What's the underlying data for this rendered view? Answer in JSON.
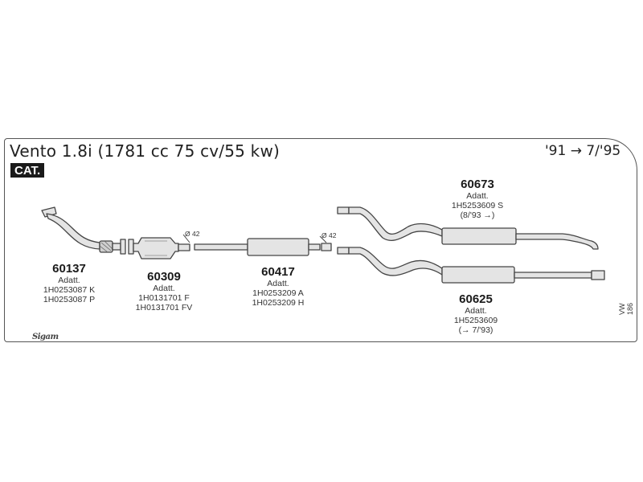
{
  "header": {
    "title": "Vento 1.8i (1781 cc 75 cv/55 kw)",
    "years": "'91 → 7/'95",
    "cat_badge": "CAT."
  },
  "parts": [
    {
      "id": "60137",
      "lines": [
        "Adatt.",
        "1H0253087 K",
        "1H0253087 P"
      ]
    },
    {
      "id": "60309",
      "lines": [
        "Adatt.",
        "1H0131701 F",
        "1H0131701 FV"
      ]
    },
    {
      "id": "60417",
      "lines": [
        "Adatt.",
        "1H0253209 A",
        "1H0253209 H"
      ]
    },
    {
      "id": "60673",
      "lines": [
        "Adatt.",
        "1H5253609 S",
        "(8/'93 →)"
      ]
    },
    {
      "id": "60625",
      "lines": [
        "Adatt.",
        "1H5253609",
        "(→ 7/'93)"
      ]
    }
  ],
  "diameters": [
    "Ø 42",
    "Ø 42"
  ],
  "catalog_code": "VW 186",
  "brand_logo": "Sigam",
  "colors": {
    "line": "#444444",
    "fill": "#e4e4e4",
    "badge": "#1a1a1a"
  }
}
